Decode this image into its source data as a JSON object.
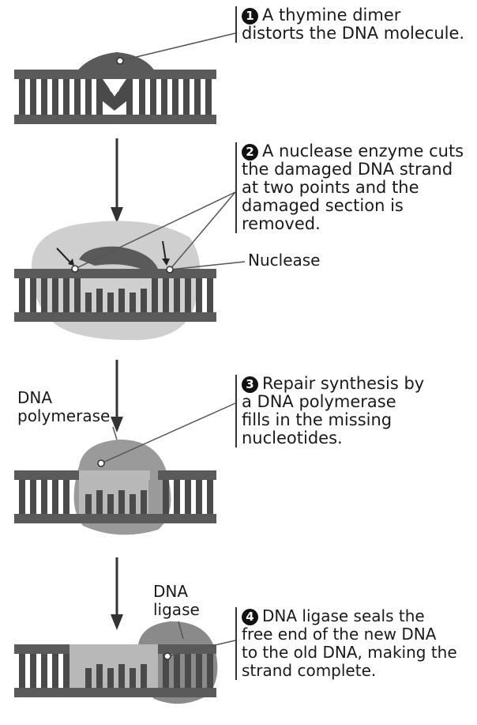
{
  "steps": [
    {
      "number": "1",
      "lines": [
        "A thymine dimer",
        "distorts the DNA molecule."
      ]
    },
    {
      "number": "2",
      "lines": [
        "A nuclease enzyme cuts",
        "the damaged DNA strand",
        "at two points and the",
        "damaged section is",
        "removed."
      ]
    },
    {
      "number": "3",
      "lines": [
        "Repair synthesis by",
        "a DNA polymerase",
        "fills in the missing",
        "nucleotides."
      ]
    },
    {
      "number": "4",
      "lines": [
        "DNA ligase seals the",
        "free end of the new DNA",
        "to the old DNA, making the",
        "strand complete."
      ]
    }
  ],
  "labels": {
    "nuclease": "Nuclease",
    "polymerase_line1": "DNA",
    "polymerase_line2": "polymerase",
    "ligase_line1": "DNA",
    "ligase_line2": "ligase"
  },
  "colors": {
    "backbone": "#5a5a5a",
    "rung": "#4a4a4a",
    "new_dna": "#b8b8b8",
    "enzyme": "#9a9a9a",
    "nuclease_blob": "#cfcfcf",
    "arrow": "#333333"
  }
}
